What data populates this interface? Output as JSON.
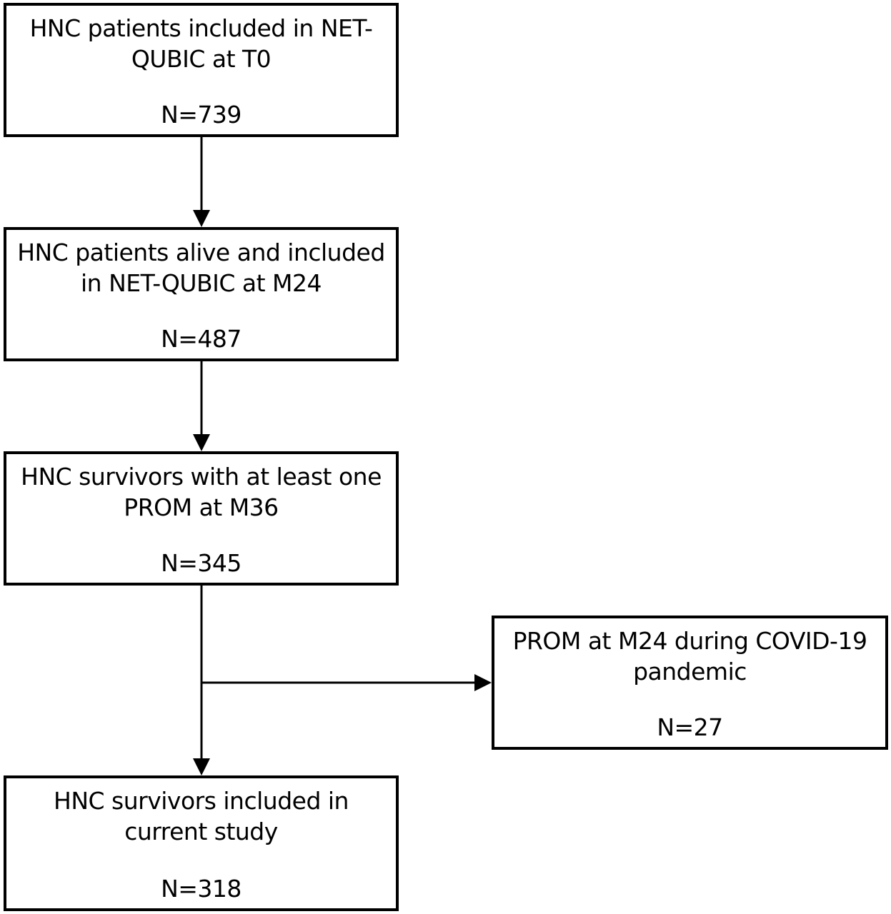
{
  "flowchart": {
    "boxes": [
      {
        "id": "t0",
        "label_lines": [
          "HNC patients included in NET-",
          "QUBIC at T0"
        ],
        "count": "N=739"
      },
      {
        "id": "m24",
        "label_lines": [
          "HNC patients alive and included",
          "in NET-QUBIC at M24"
        ],
        "count": "N=487"
      },
      {
        "id": "m36",
        "label_lines": [
          "HNC survivors with at least one",
          "PROM at M36"
        ],
        "count": "N=345"
      },
      {
        "id": "excluded",
        "label_lines": [
          "PROM at M24 during COVID-19",
          "pandemic"
        ],
        "count": "N=27"
      },
      {
        "id": "final",
        "label_lines": [
          "HNC survivors included in",
          "current study"
        ],
        "count": "N=318"
      }
    ],
    "edges": [
      {
        "from": "t0",
        "to": "m24"
      },
      {
        "from": "m24",
        "to": "m36"
      },
      {
        "from": "m36",
        "to": "final"
      },
      {
        "from": "m36",
        "to": "excluded",
        "style": "branch-right"
      }
    ],
    "colors": {
      "stroke": "#000000",
      "fill": "#ffffff",
      "text": "#000000"
    }
  }
}
